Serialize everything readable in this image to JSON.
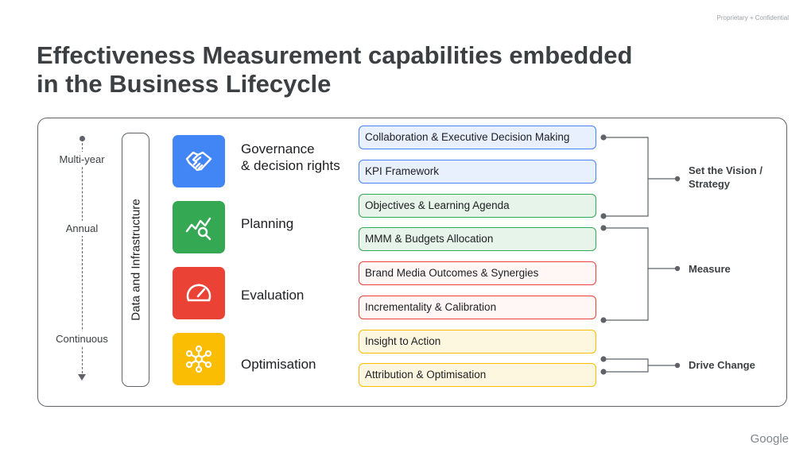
{
  "header": {
    "confidential": "Proprietary + Confidential",
    "title_line1": "Effectiveness Measurement capabilities embedded",
    "title_line2": "in the Business Lifecycle"
  },
  "timeline": {
    "labels": [
      "Multi-year",
      "Annual",
      "Continuous"
    ]
  },
  "infrastructure": {
    "label": "Data and Infrastructure"
  },
  "phases": [
    {
      "label_line1": "Governance",
      "label_line2": "& decision rights",
      "icon": "handshake-icon",
      "color": "#4285f4"
    },
    {
      "label_line1": "Planning",
      "label_line2": "",
      "icon": "chart-search-icon",
      "color": "#34a853"
    },
    {
      "label_line1": "Evaluation",
      "label_line2": "",
      "icon": "speedometer-icon",
      "color": "#ea4335"
    },
    {
      "label_line1": "Optimisation",
      "label_line2": "",
      "icon": "network-icon",
      "color": "#fbbc04"
    }
  ],
  "capabilities": [
    "Collaboration & Executive Decision Making",
    "KPI Framework",
    "Objectives & Learning Agenda",
    "MMM & Budgets Allocation",
    "Brand Media Outcomes & Synergies",
    "Incrementality & Calibration",
    "Insight to Action",
    "Attribution & Optimisation"
  ],
  "outcomes": [
    {
      "line1": "Set the Vision /",
      "line2": "Strategy"
    },
    {
      "line1": "Measure",
      "line2": ""
    },
    {
      "line1": "Drive Change",
      "line2": ""
    }
  ],
  "footer": {
    "logo": "Google"
  }
}
